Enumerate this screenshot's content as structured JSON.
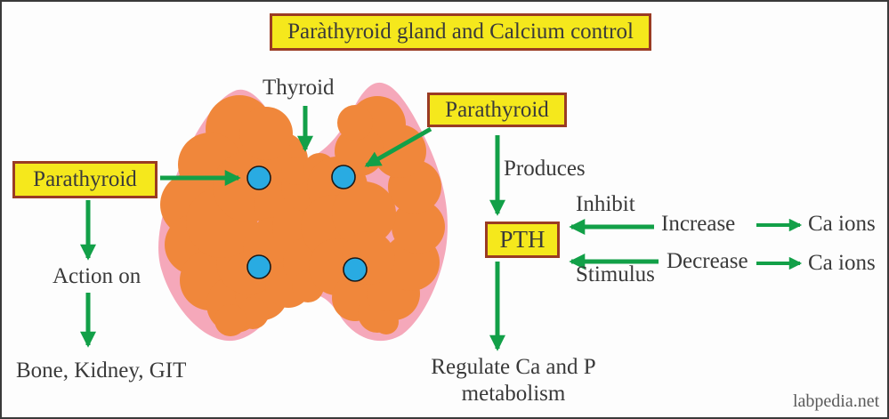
{
  "title": {
    "text": "Paràthyroid gland and Calcium control"
  },
  "labels": {
    "thyroid": "Thyroid",
    "parathyroid_left": "Parathyroid",
    "parathyroid_right": "Parathyroid",
    "produces": "Produces",
    "pth": "PTH",
    "inhibit": "Inhibit",
    "increase": "Increase",
    "ca_ions_top": "Ca ions",
    "decrease": "Decrease",
    "ca_ions_bottom": "Ca ions",
    "stimulus": "Stimulus",
    "action_on": "Action on",
    "action_targets": "Bone, Kidney, GIT",
    "regulate_line1": "Regulate Ca and P",
    "regulate_line2": "metabolism"
  },
  "watermark": "labpedia.net",
  "colors": {
    "box_fill": "#F5E81C",
    "box_border": "#9A3B23",
    "green": "#12A048",
    "pink": "#F5A8BA",
    "orange": "#F0873B",
    "dot_blue": "#29ABE2",
    "text": "#3A3A3A"
  }
}
